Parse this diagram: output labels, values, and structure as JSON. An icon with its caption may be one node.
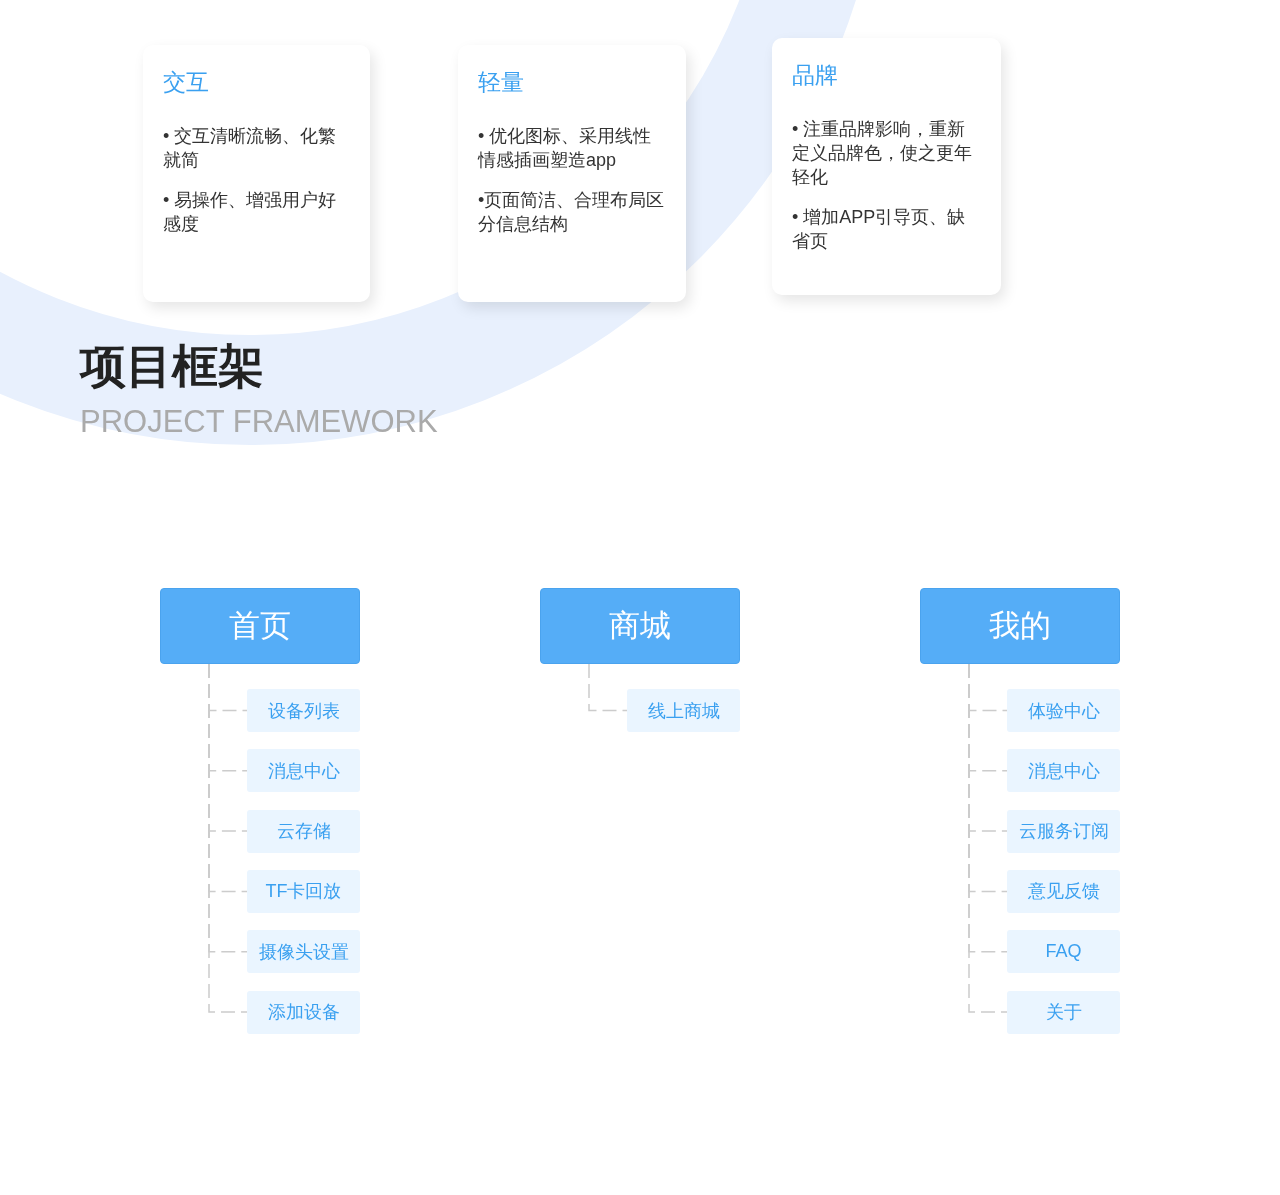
{
  "diagram": {
    "nodes": [
      {
        "text": [
          "交互",
          "• 交互清晰流畅、化繁就简",
          "• 易操作、增强用户好感度"
        ]
      },
      {
        "text": [
          "轻量",
          "• 优化图标、采用线性情感插画塑造app",
          "•页面简洁、合理布局区分信息结构"
        ]
      },
      {
        "text": [
          "品牌",
          "• 注重品牌影响，重新定义品牌色，使之更年轻化",
          "• 增加APP引导页、缺省页"
        ]
      },
      {
        "text": [
          "首页"
        ]
      },
      {
        "text": [
          "设备列表"
        ]
      },
      {
        "text": [
          "消息中心"
        ]
      },
      {
        "text": [
          "云存储"
        ]
      },
      {
        "text": [
          "TF卡回放"
        ]
      },
      {
        "text": [
          "摄像头设置"
        ]
      },
      {
        "text": [
          "添加设备"
        ]
      },
      {
        "text": [
          "商城"
        ]
      },
      {
        "text": [
          "线上商城"
        ]
      },
      {
        "text": [
          "我的"
        ]
      },
      {
        "text": [
          "体验中心"
        ]
      },
      {
        "text": [
          "消息中心"
        ]
      },
      {
        "text": [
          "云服务订阅"
        ]
      },
      {
        "text": [
          "意见反馈"
        ]
      },
      {
        "text": [
          "FAQ"
        ]
      },
      {
        "text": [
          "关于"
        ]
      }
    ],
    "edges": [
      {
        "from": 3,
        "to": 4,
        "arrow": "none",
        "style": "dashed"
      },
      {
        "from": 3,
        "to": 5,
        "arrow": "none",
        "style": "dashed"
      },
      {
        "from": 3,
        "to": 6,
        "arrow": "none",
        "style": "dashed"
      },
      {
        "from": 3,
        "to": 7,
        "arrow": "none",
        "style": "dashed"
      },
      {
        "from": 3,
        "to": 8,
        "arrow": "none",
        "style": "dashed"
      },
      {
        "from": 3,
        "to": 9,
        "arrow": "none",
        "style": "dashed"
      },
      {
        "from": 10,
        "to": 11,
        "arrow": "none",
        "style": "dashed"
      },
      {
        "from": 12,
        "to": 13,
        "arrow": "none",
        "style": "dashed"
      },
      {
        "from": 12,
        "to": 14,
        "arrow": "none",
        "style": "dashed"
      },
      {
        "from": 12,
        "to": 15,
        "arrow": "none",
        "style": "dashed"
      },
      {
        "from": 12,
        "to": 16,
        "arrow": "none",
        "style": "dashed"
      },
      {
        "from": 12,
        "to": 17,
        "arrow": "none",
        "style": "dashed"
      },
      {
        "from": 12,
        "to": 18,
        "arrow": "none",
        "style": "dashed"
      }
    ],
    "labels": [
      "项目框架",
      "PROJECT FRAMEWORK"
    ]
  }
}
